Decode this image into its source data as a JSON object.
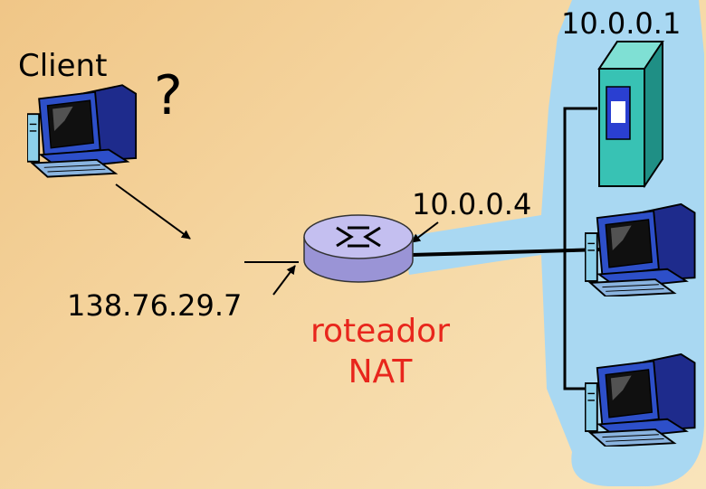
{
  "labels": {
    "client": "Client",
    "question": "?",
    "public_ip": "138.76.29.7",
    "gateway_ip": "10.0.0.4",
    "server_ip": "10.0.0.1",
    "router_line1": "roteador",
    "router_line2": "NAT"
  },
  "colors": {
    "background": "#f5d29c",
    "lan": "#a9d8f2",
    "router_caption": "#e8261c",
    "server": "#38c2b4",
    "router_body": "#b9b4e6"
  },
  "icons": [
    "client-computer-icon",
    "nat-router-icon",
    "server-icon",
    "lan-computer-icon"
  ]
}
